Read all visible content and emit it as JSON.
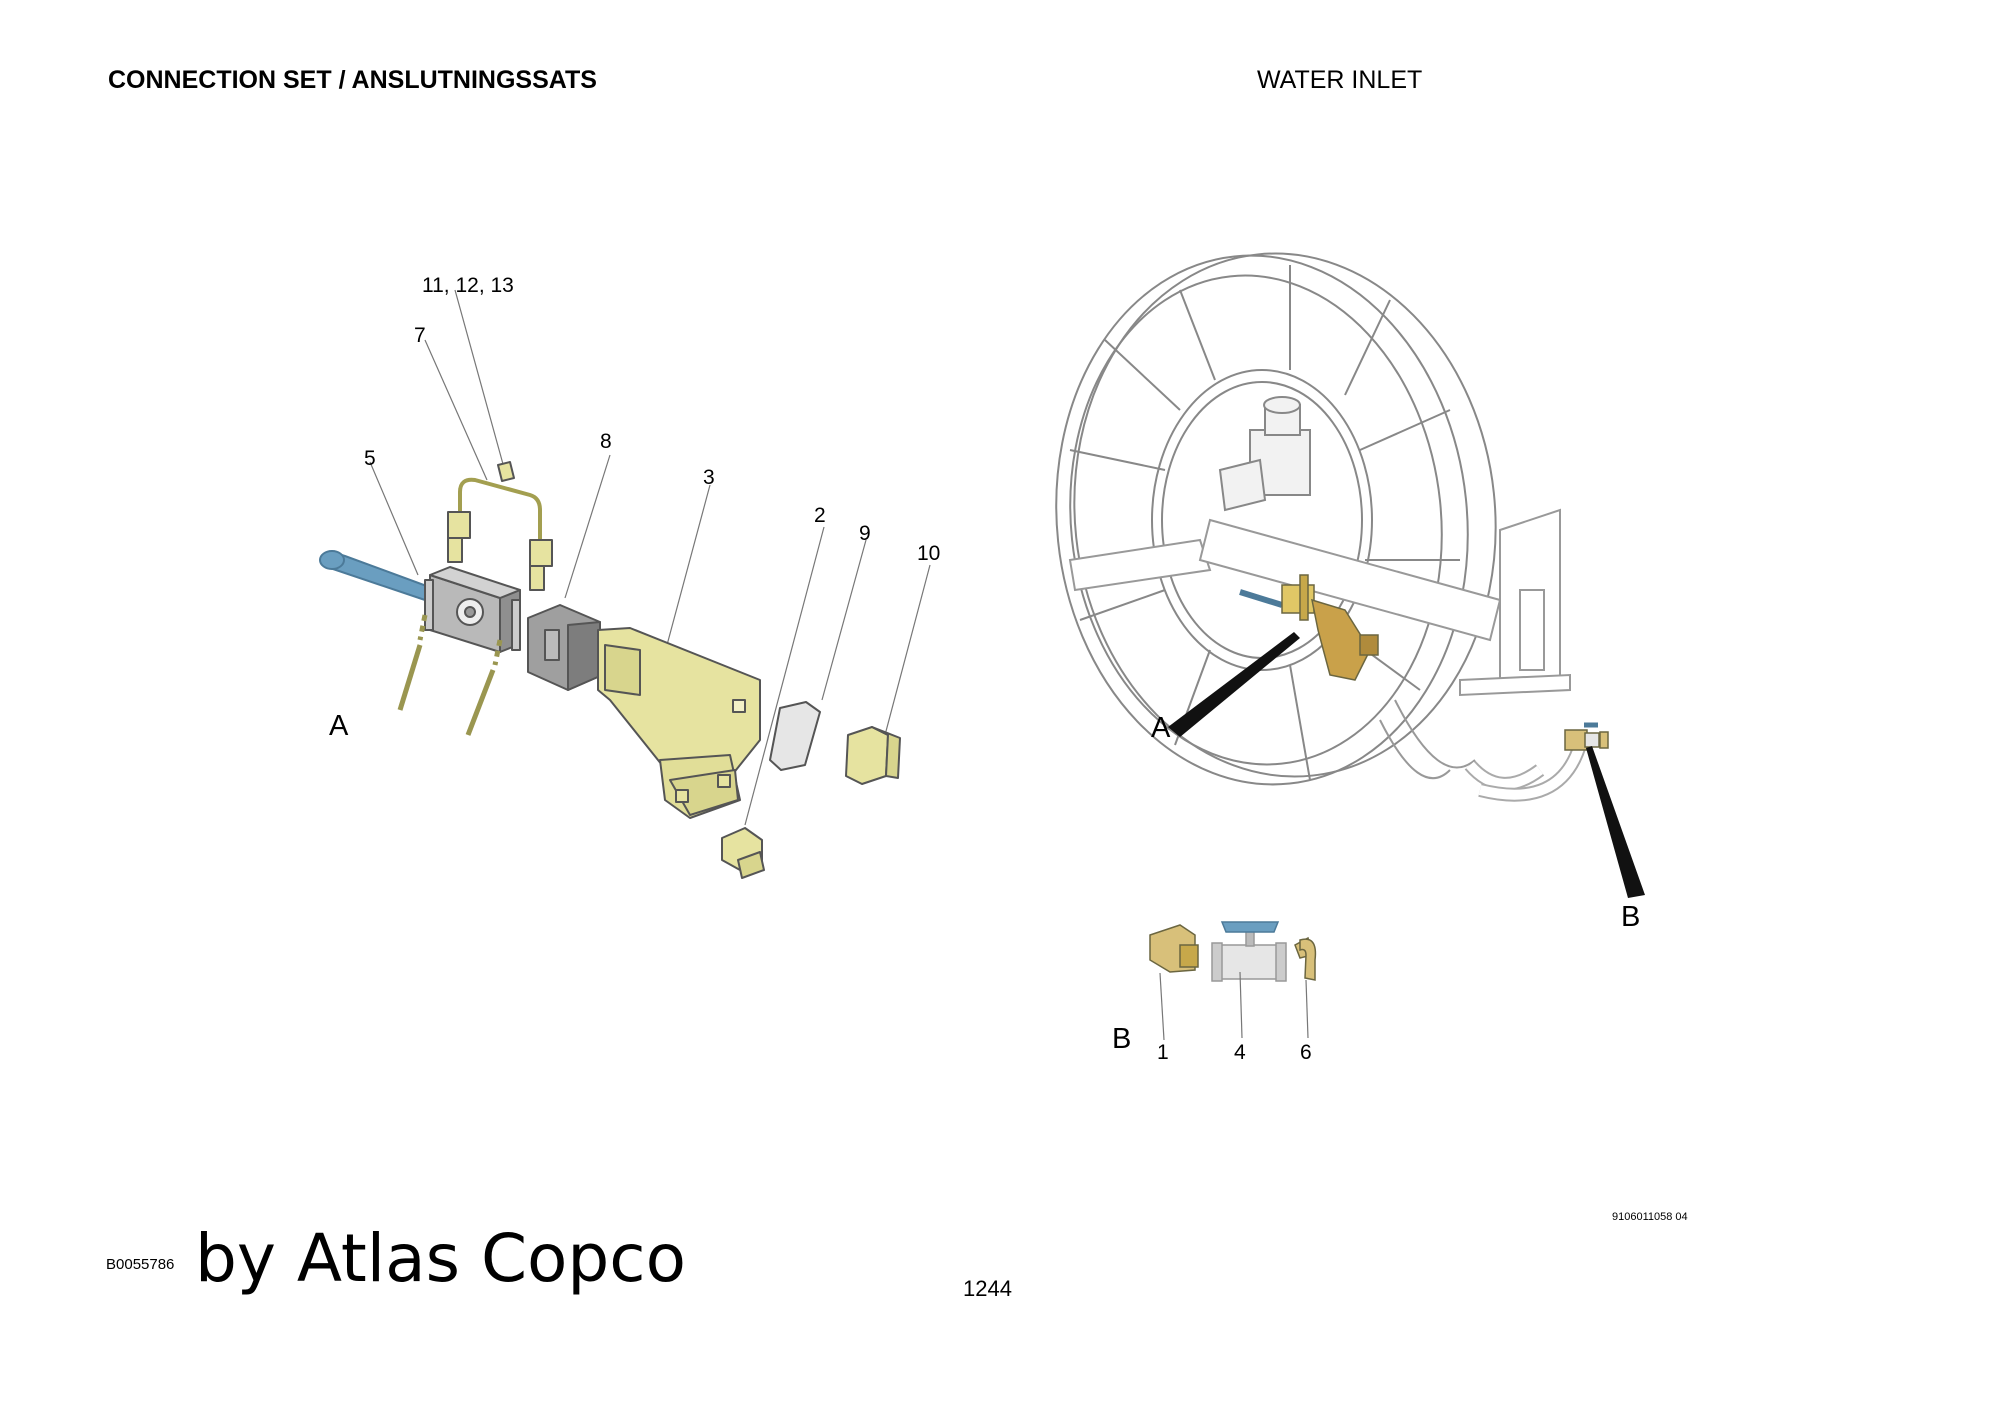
{
  "header": {
    "left_title": "CONNECTION SET / ANSLUTNINGSSATS",
    "right_title": "WATER INLET"
  },
  "callouts": {
    "c11_12_13": "11, 12, 13",
    "c7": "7",
    "c5": "5",
    "c8": "8",
    "c3": "3",
    "c2": "2",
    "c9": "9",
    "c10": "10",
    "c1": "1",
    "c4": "4",
    "c6": "6"
  },
  "views": {
    "a_left": "A",
    "a_right": "A",
    "b_right": "B",
    "b_detail": "B"
  },
  "footer": {
    "image_code": "B0055786",
    "brand": "by Atlas Copco",
    "doc_number": "9106011058 04",
    "page_number": "1244"
  },
  "colors": {
    "yellow_part": "#e6e3a0",
    "blue_handle": "#6a9ec0",
    "grey_part": "#a8a8a8",
    "line": "#555555"
  }
}
